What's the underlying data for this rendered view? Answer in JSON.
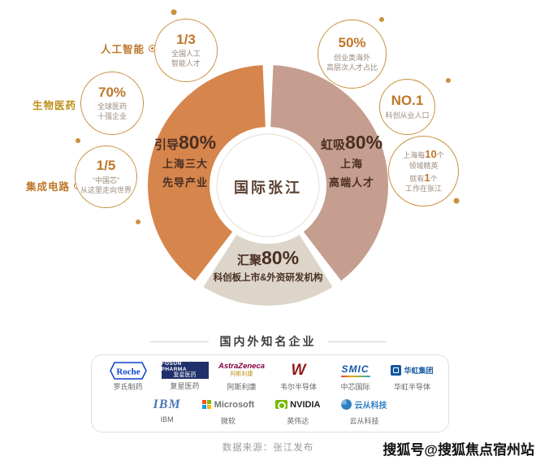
{
  "colors": {
    "accent": "#BE772A",
    "accent-gold": "#BC8F1C",
    "seg-left": "#D6854C",
    "seg-right": "#C59E90",
    "seg-bottom": "#DDD5CA",
    "text-dark": "#4A2F22",
    "text-gray": "#9A8A7C",
    "ring-gold": "#C8913F",
    "line-gray": "#D9D0C5"
  },
  "donut": {
    "center": "国际张江",
    "left": {
      "prefix": "引导",
      "value": "80%",
      "line1": "上海三大",
      "line2": "先导产业"
    },
    "right": {
      "prefix": "虹吸",
      "value": "80%",
      "line1": "上海",
      "line2": "高端人才"
    },
    "bottom": {
      "prefix": "汇聚",
      "value": "80%",
      "desc": "科创板上市&外资研发机构"
    }
  },
  "categories": [
    {
      "label": "人工智能",
      "stat": "1/3",
      "desc1": "全国人工",
      "desc2": "智能人才"
    },
    {
      "label": "生物医药",
      "stat": "70%",
      "desc1": "全球医药",
      "desc2": "十强企业"
    },
    {
      "label": "集成电路",
      "stat": "1/5",
      "desc1": "“中国芯”",
      "desc2": "从这里走向世界"
    }
  ],
  "right_stats": [
    {
      "stat": "50%",
      "desc1": "创业类海外",
      "desc2": "高层次人才占比"
    },
    {
      "stat": "NO.1",
      "desc1": "科创从业人口"
    },
    {
      "l1a": "上海每",
      "l1n": "10",
      "l1b": "个",
      "l2": "领域精英",
      "l3a": "就有",
      "l3n": "1",
      "l3b": "个",
      "l4": "工作在张江"
    }
  ],
  "companies": {
    "title": "国内外知名企业",
    "row1": [
      {
        "logo": "Roche",
        "name": "罗氏制药"
      },
      {
        "logo1": "FOSUN PHARMA",
        "logo2": "复星医药",
        "name": "复星医药"
      },
      {
        "logo1": "AstraZeneca",
        "logo2": "阿斯利康",
        "name": "阿斯利康"
      },
      {
        "logo": "W",
        "name": "韦尔半导体"
      },
      {
        "logo": "SMIC",
        "name": "中芯国际"
      },
      {
        "logo": "华虹集团",
        "name": "华虹半导体"
      }
    ],
    "row2": [
      {
        "logo": "IBM",
        "name": "IBM"
      },
      {
        "logo": "Microsoft",
        "name": "微软"
      },
      {
        "logo": "NVIDIA",
        "name": "英伟达"
      },
      {
        "logo": "云从科技",
        "name": "云从科技"
      }
    ]
  },
  "footer": {
    "source": "数据来源：张江发布"
  },
  "watermark": "搜狐号@搜狐焦点宿州站"
}
